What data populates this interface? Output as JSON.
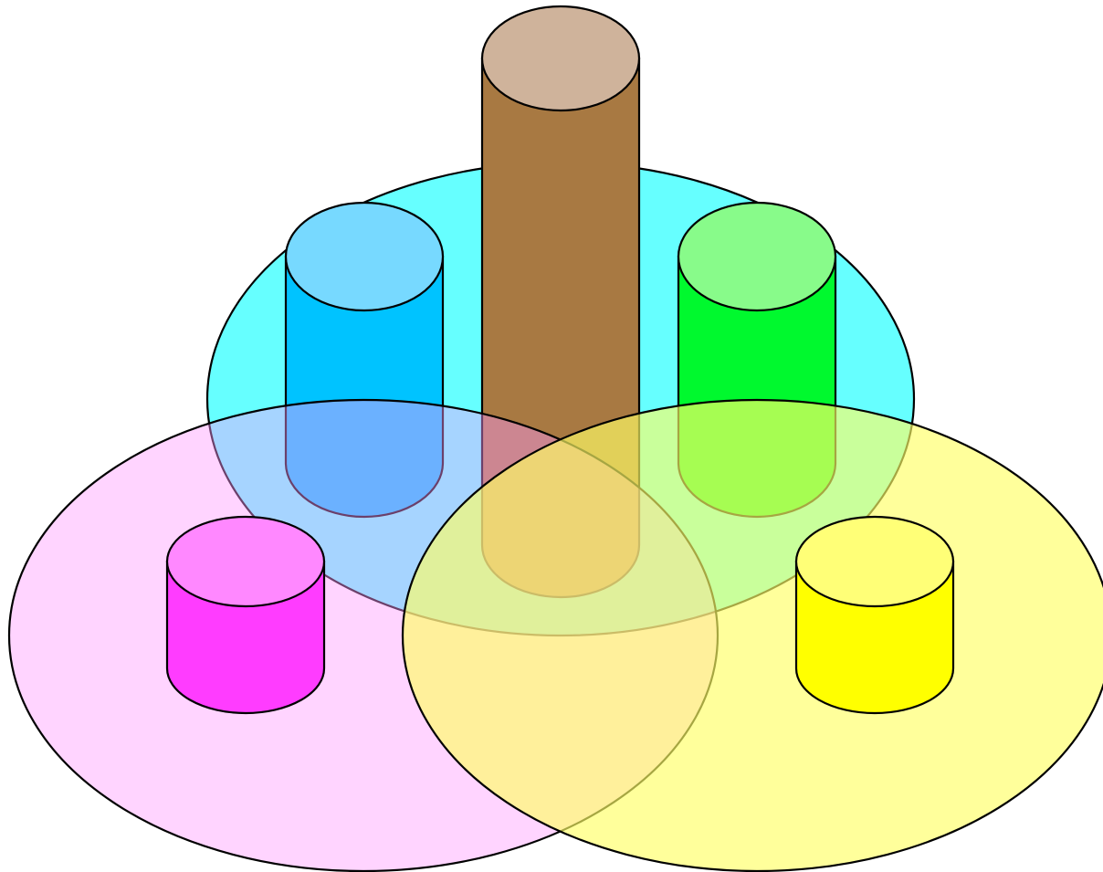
{
  "diagram": {
    "type": "venn-3-with-cylinders",
    "ellipses": [
      {
        "id": "top",
        "color": "#66ffff",
        "opacity": 1
      },
      {
        "id": "left",
        "color": "#ff99ff",
        "opacity": 0.42
      },
      {
        "id": "right",
        "color": "#ffff66",
        "opacity": 0.65
      }
    ],
    "cylinders": [
      {
        "id": "tall-center",
        "side_color": "#a87942",
        "top_color": "#cfb39b",
        "side_opacity": 1,
        "top_opacity": 1
      },
      {
        "id": "top-left",
        "side_color": "#00c3ff",
        "top_color": "#77d9ff",
        "side_opacity": 1,
        "top_opacity": 1
      },
      {
        "id": "top-right",
        "side_color": "#00f92e",
        "top_color": "#88fb8a",
        "side_opacity": 1,
        "top_opacity": 1
      },
      {
        "id": "bottom-left",
        "side_color": "#ff3cff",
        "top_color": "#ff88ff",
        "side_opacity": 1,
        "top_opacity": 1
      },
      {
        "id": "bottom-right",
        "side_color": "#ffff00",
        "top_color": "#ffff77",
        "side_opacity": 1,
        "top_opacity": 1
      }
    ],
    "stroke_color": "#000000"
  }
}
